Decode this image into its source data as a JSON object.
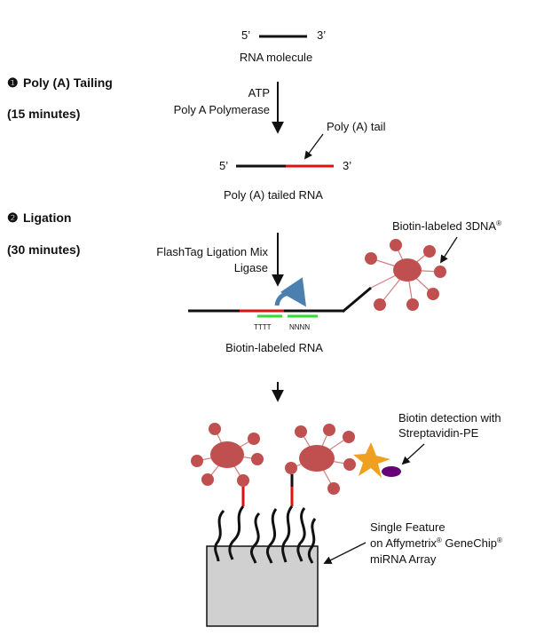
{
  "molecule": {
    "five_prime": "5’",
    "three_prime": "3’",
    "label": "RNA molecule"
  },
  "steps": [
    {
      "bullet": "❶",
      "title": "Poly (A) Tailing",
      "duration": "(15 minutes)"
    },
    {
      "bullet": "❷",
      "title": "Ligation",
      "duration": "(30 minutes)"
    }
  ],
  "tailing": {
    "reagent_1": "ATP",
    "reagent_2": "Poly A Polymerase",
    "tail_label": "Poly (A) tail",
    "product_5": "5’",
    "product_3": "3’",
    "product_label": "Poly (A) tailed RNA"
  },
  "ligation": {
    "reagent_1": "FlashTag Ligation Mix",
    "reagent_2": "Ligase",
    "dendrimer_label": "Biotin-labeled 3DNA",
    "registered": "®",
    "seq_1": "TTTT",
    "seq_2": "NNNN",
    "product_label": "Biotin-labeled RNA"
  },
  "detection": {
    "line_1": "Biotin detection with",
    "line_2": "Streptavidin-PE"
  },
  "array": {
    "line_1": "Single Feature",
    "line_2_a": "on Affymetrix",
    "line_2_b": " GeneChip",
    "registered": "®",
    "line_3": "miRNA Array"
  },
  "colors": {
    "rna": "#111111",
    "poly_a": "#dd1111",
    "adapter": "#33dd33",
    "dendrimer": "#c05050",
    "dendrimer_link": "#d08080",
    "curved_arrow": "#4a7fb0",
    "streptavidin": "#f0a020",
    "phycoerythrin": "#660077",
    "array_fill": "#d0d0d0"
  }
}
